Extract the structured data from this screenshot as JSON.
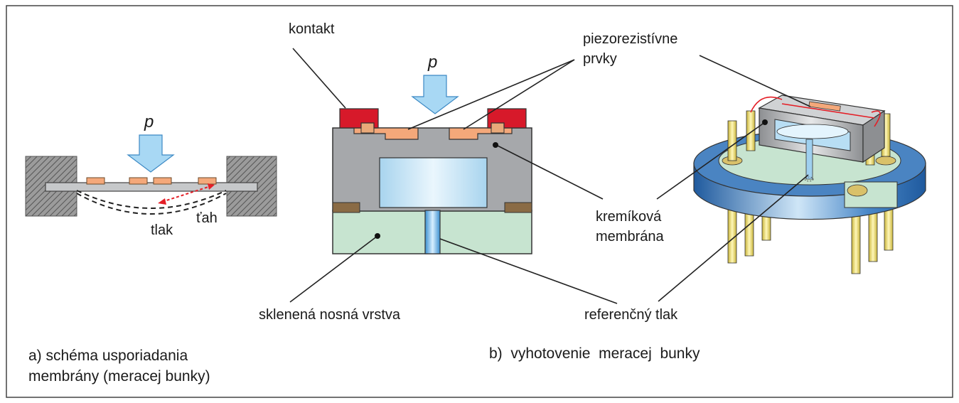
{
  "diagram_a": {
    "pressure_symbol": "p",
    "label_compression": "tlak",
    "label_tension": "ťah",
    "caption_line1": "a) schéma usporiadania",
    "caption_line2": "membrány (meracej bunky)"
  },
  "diagram_b": {
    "pressure_symbol": "p",
    "label_contact": "kontakt",
    "label_piezo_line1": "piezorezistívne",
    "label_piezo_line2": "prvky",
    "label_silicon_line1": "kremíková",
    "label_silicon_line2": "membrána",
    "label_glass": "sklenená nosná vrstva",
    "label_reference": "referenčný tlak",
    "caption": "b)  vyhotovenie  meracej  bunky"
  },
  "colors": {
    "arrow_fill": "#a8d8f4",
    "contact_red": "#d7192a",
    "piezo_orange": "#f4a87a",
    "silicon_gray": "#a6a8ab",
    "glass_green": "#c7e4d0",
    "cavity_blue": "#d6eefa",
    "solder_brown": "#8a6b45",
    "base_blue": "#3f78b8",
    "pin_gold": "#f2e06a"
  }
}
